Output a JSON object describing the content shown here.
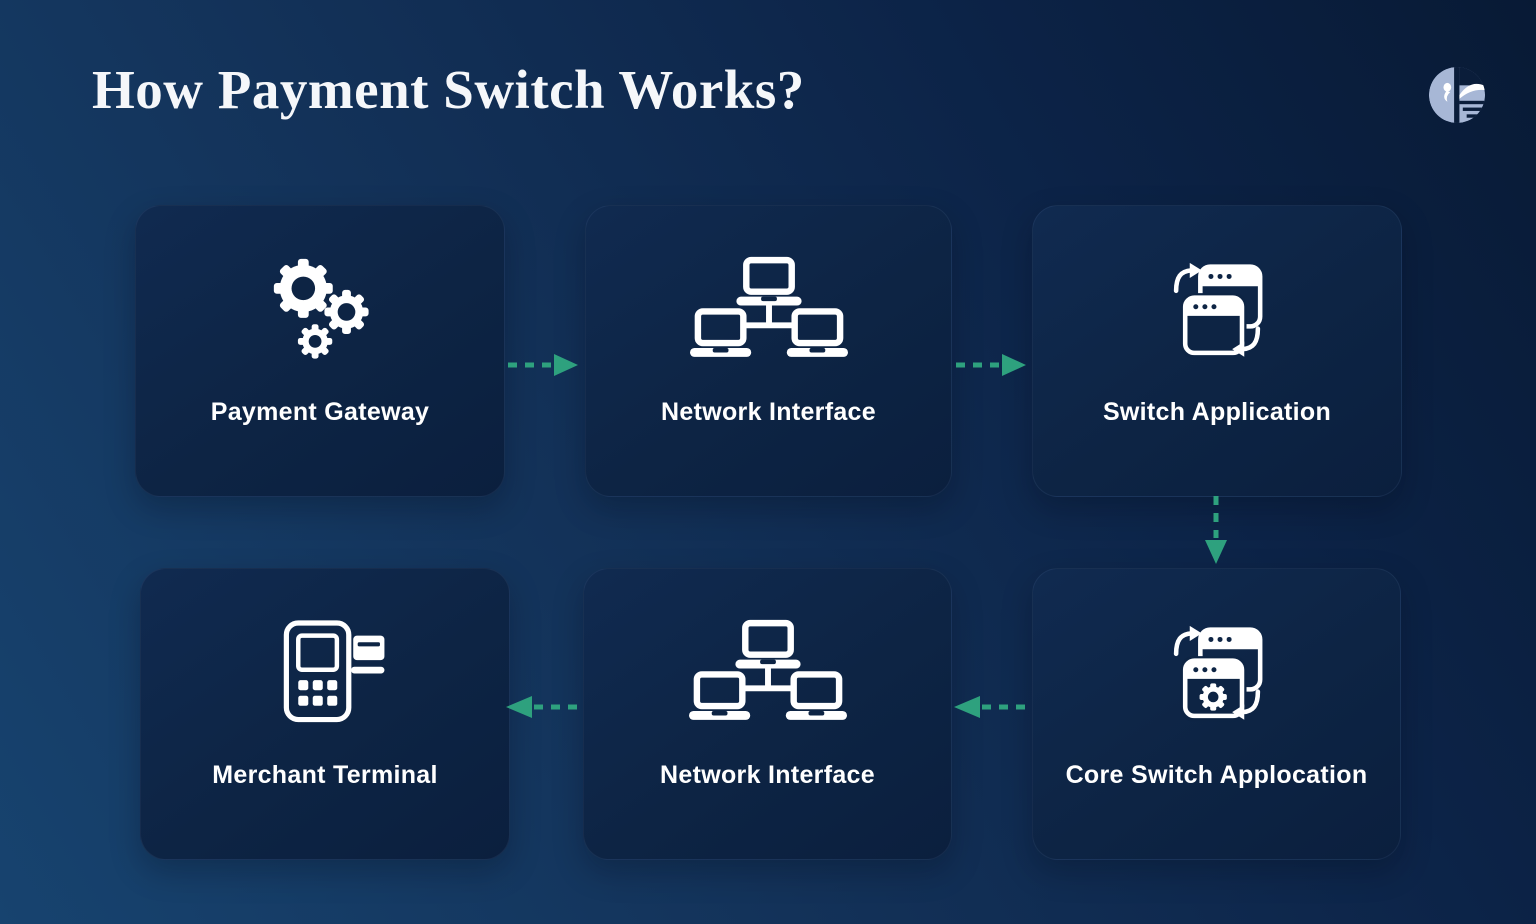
{
  "page": {
    "title": "How Payment Switch Works?"
  },
  "brand": {
    "logo_icon": "bird-circle-logo",
    "logo_color": "#A7B7D6"
  },
  "colors": {
    "background_light": "#17436F",
    "background_dark": "#081A35",
    "card_background": "#0D2444",
    "text": "#FFFFFF",
    "arrow_accent": "#2EA17E"
  },
  "cards": [
    {
      "id": "payment-gateway",
      "label": "Payment Gateway",
      "icon": "gears-icon",
      "row": 1,
      "col": 1
    },
    {
      "id": "network-interface-top",
      "label": "Network Interface",
      "icon": "network-laptops-icon",
      "row": 1,
      "col": 2
    },
    {
      "id": "switch-application",
      "label": "Switch Application",
      "icon": "app-windows-swap-icon",
      "row": 1,
      "col": 3
    },
    {
      "id": "merchant-terminal",
      "label": "Merchant Terminal",
      "icon": "pos-terminal-icon",
      "row": 2,
      "col": 1
    },
    {
      "id": "network-interface-bottom",
      "label": "Network Interface",
      "icon": "network-laptops-icon",
      "row": 2,
      "col": 2
    },
    {
      "id": "core-switch-applocation",
      "label": "Core Switch Applocation",
      "icon": "app-windows-gear-icon",
      "row": 2,
      "col": 3
    }
  ],
  "flow_arrows": [
    {
      "from": "payment-gateway",
      "to": "network-interface-top",
      "direction": "right",
      "style": "dashed"
    },
    {
      "from": "network-interface-top",
      "to": "switch-application",
      "direction": "right",
      "style": "dashed"
    },
    {
      "from": "switch-application",
      "to": "core-switch-applocation",
      "direction": "down",
      "style": "dashed"
    },
    {
      "from": "core-switch-applocation",
      "to": "network-interface-bottom",
      "direction": "left",
      "style": "dashed"
    },
    {
      "from": "network-interface-bottom",
      "to": "merchant-terminal",
      "direction": "left",
      "style": "dashed"
    }
  ]
}
